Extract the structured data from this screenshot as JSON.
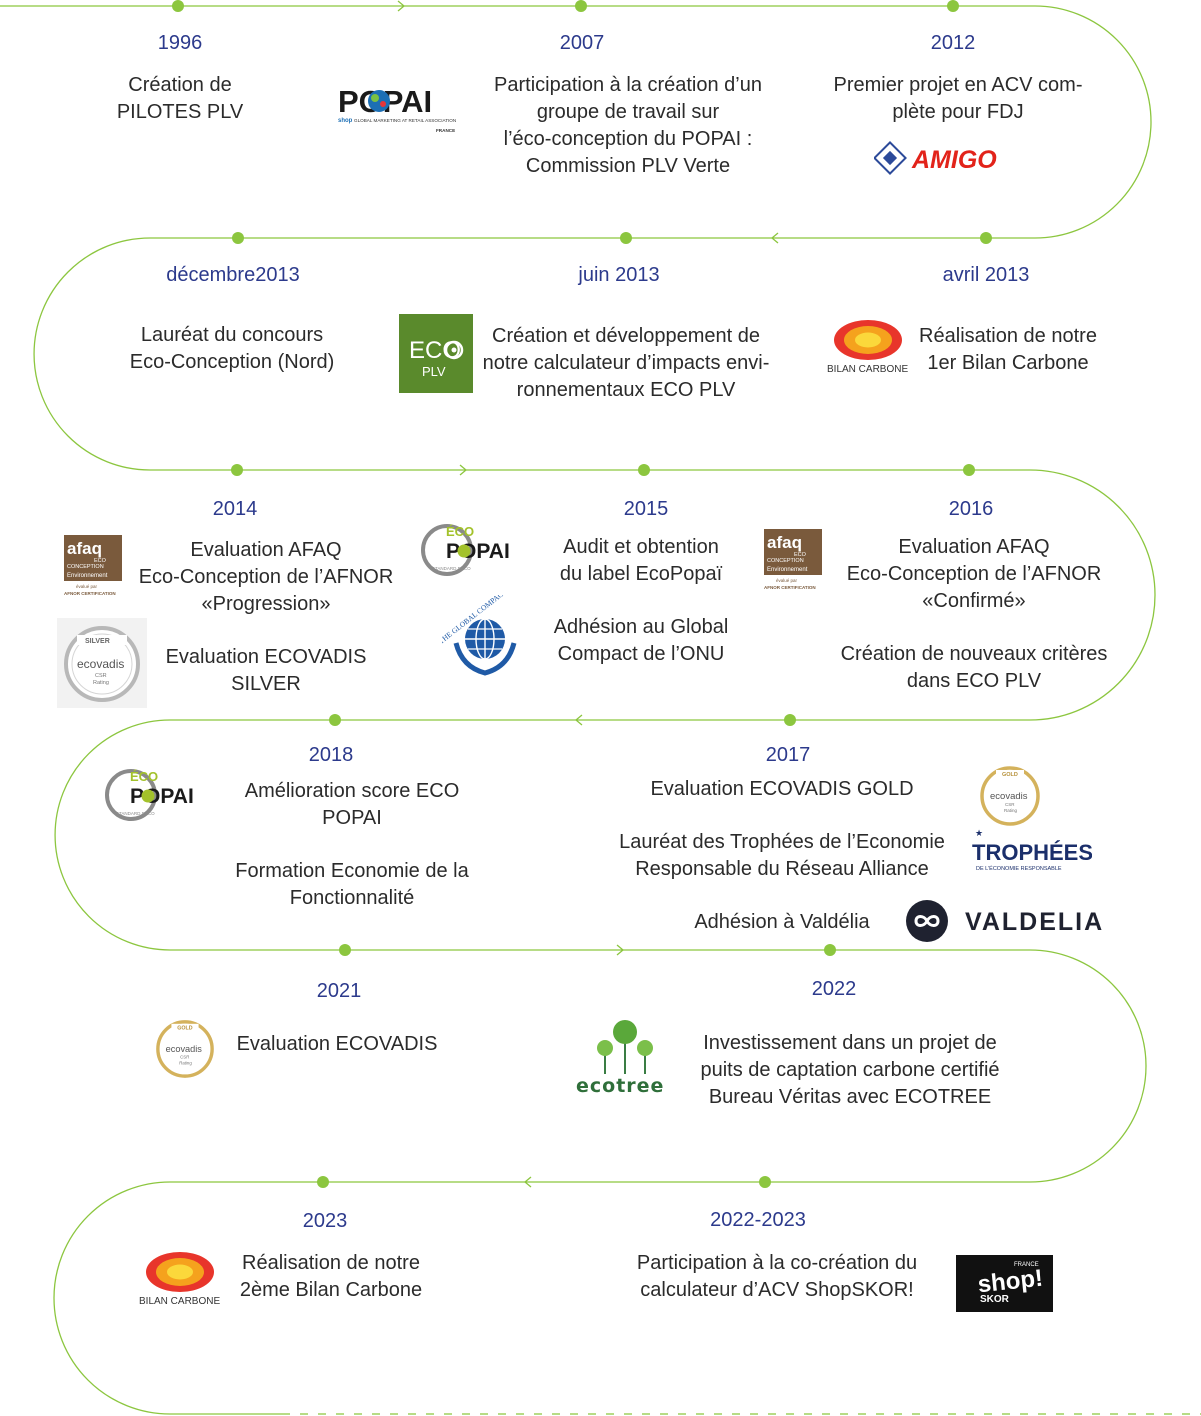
{
  "colors": {
    "track": "#8cc63f",
    "year": "#2c3a8c",
    "text": "#2b2b2b",
    "eco_green": "#a3c22b",
    "amigo_red": "#e2231a"
  },
  "m1996": {
    "year": "1996",
    "lines": [
      "Création de",
      "PILOTES PLV"
    ]
  },
  "m2007": {
    "year": "2007",
    "lines": [
      "Participation à la création d’un",
      "groupe de travail sur",
      "l’éco-conception du POPAI :",
      "Commission PLV Verte"
    ]
  },
  "m2012": {
    "year": "2012",
    "lines": [
      "Premier projet en ACV com-",
      "plète pour FDJ"
    ]
  },
  "mdec2013": {
    "year": "décembre2013",
    "lines": [
      "Lauréat du concours",
      "Eco-Conception (Nord)"
    ]
  },
  "mjun2013": {
    "year": "juin 2013",
    "lines": [
      "Création et développement de",
      "notre calculateur d’impacts envi-",
      "ronnementaux ECO PLV"
    ]
  },
  "mavr2013": {
    "year": "avril 2013",
    "lines": [
      "Réalisation de notre",
      "1er Bilan Carbone"
    ]
  },
  "m2014": {
    "year": "2014",
    "lines_a": [
      "Evaluation AFAQ",
      "Eco-Conception de l’AFNOR",
      "«Progression»"
    ],
    "lines_b": [
      "Evaluation ECOVADIS",
      "SILVER"
    ]
  },
  "m2015": {
    "year": "2015",
    "lines_a": [
      "Audit et obtention",
      "du label EcoPopaï"
    ],
    "lines_b": [
      "Adhésion au Global",
      "Compact de l’ONU"
    ]
  },
  "m2016": {
    "year": "2016",
    "lines_a": [
      "Evaluation AFAQ",
      "Eco-Conception de l’AFNOR",
      "«Confirmé»"
    ],
    "lines_b": [
      "Création de nouveaux critères",
      "dans ECO PLV"
    ]
  },
  "m2018": {
    "year": "2018",
    "lines_a": [
      "Amélioration score ECO",
      "POPAI"
    ],
    "lines_b": [
      "Formation Economie de la",
      "Fonctionnalité"
    ]
  },
  "m2017": {
    "year": "2017",
    "line_a": "Evaluation ECOVADIS GOLD",
    "lines_b": [
      "Lauréat des Trophées de l’Economie",
      "Responsable du Réseau Alliance"
    ],
    "line_c": "Adhésion à Valdélia"
  },
  "m2021": {
    "year": "2021",
    "line": "Evaluation ECOVADIS"
  },
  "m2022": {
    "year": "2022",
    "lines": [
      "Investissement dans un projet de",
      "puits de captation carbone certifié",
      "Bureau Véritas avec ECOTREE"
    ]
  },
  "m2023": {
    "year": "2023",
    "lines": [
      "Réalisation de notre",
      "2ème Bilan Carbone"
    ]
  },
  "m20222023": {
    "year": "2022-2023",
    "lines": [
      "Participation à la co-création du",
      "calculateur d’ACV ShopSKOR!"
    ]
  },
  "logos": {
    "popai": {
      "word": "POPAI",
      "sub": "GLOBAL MARKETING AT RETAIL ASSOCIATION",
      "shop": "shop",
      "country": "FRANCE"
    },
    "amigo": {
      "word": "AMIGO"
    },
    "ecoplv": {
      "top": "ECO",
      "bottom": "PLV"
    },
    "bilan": {
      "caption": "BILAN CARBONE"
    },
    "afaq": {
      "word": "afaq",
      "l1": "ECO",
      "l2": "CONCEPTION",
      "l3": "Environnement",
      "l4": "évalué par",
      "l5": "AFNOR CERTIFICATION"
    },
    "ecopopai": {
      "eco": "ÉCO",
      "word": "POPAI",
      "ring": "STANDARD DÉCO"
    },
    "ecovadis_silver": {
      "medal": "SILVER",
      "word": "ecovadis",
      "l1": "CSR",
      "l2": "Rating"
    },
    "ecovadis_gold": {
      "medal": "GOLD",
      "word": "ecovadis",
      "l1": "CSR",
      "l2": "Rating"
    },
    "globalcompact": {
      "ring": "THE GLOBAL COMPACT"
    },
    "trophees": {
      "word": "TROPHÉES",
      "sub": "DE L’ÉCONOMIE RESPONSABLE"
    },
    "valdelia": {
      "word": "VALDELIA"
    },
    "ecotree": {
      "word": "ecotree"
    },
    "shopskor": {
      "country": "FRANCE",
      "word": "shop!",
      "sub": "SKOR"
    }
  }
}
